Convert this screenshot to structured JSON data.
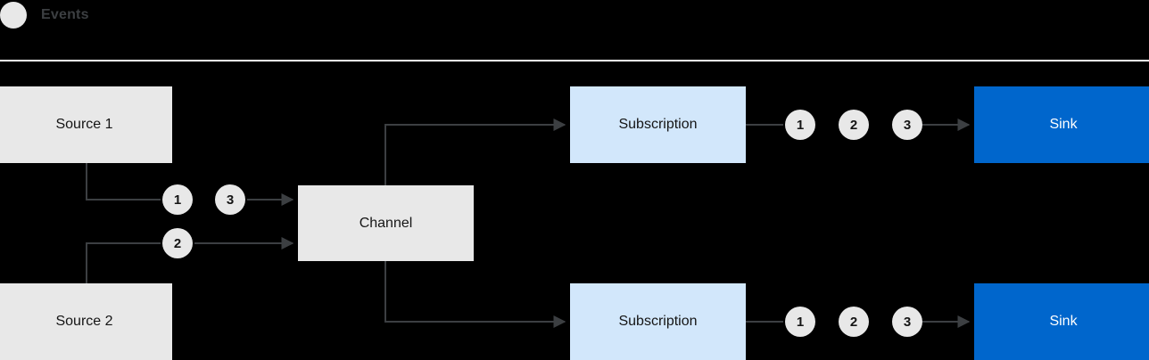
{
  "legend": {
    "icon": "event-dot-icon",
    "label": "Events",
    "dot_color": "#e8e8e8",
    "label_color": "#3c3f42"
  },
  "divider": {
    "color": "#ffffff"
  },
  "colors": {
    "background": "#000000",
    "grey_box": "#e8e8e8",
    "light_blue_box": "#d2e7fb",
    "blue_box": "#0066cc",
    "badge": "#e8e8e8",
    "text_dark": "#151515",
    "text_light": "#ffffff",
    "wire": "#3c3f42"
  },
  "nodes": {
    "source1": "Source 1",
    "source2": "Source 2",
    "channel": "Channel",
    "subscription1": "Subscription",
    "subscription2": "Subscription",
    "sink1": "Sink",
    "sink2": "Sink"
  },
  "badges": {
    "channel_in": [
      "1",
      "3",
      "2"
    ],
    "top_out": [
      "1",
      "2",
      "3"
    ],
    "bottom_out": [
      "1",
      "2",
      "3"
    ]
  }
}
